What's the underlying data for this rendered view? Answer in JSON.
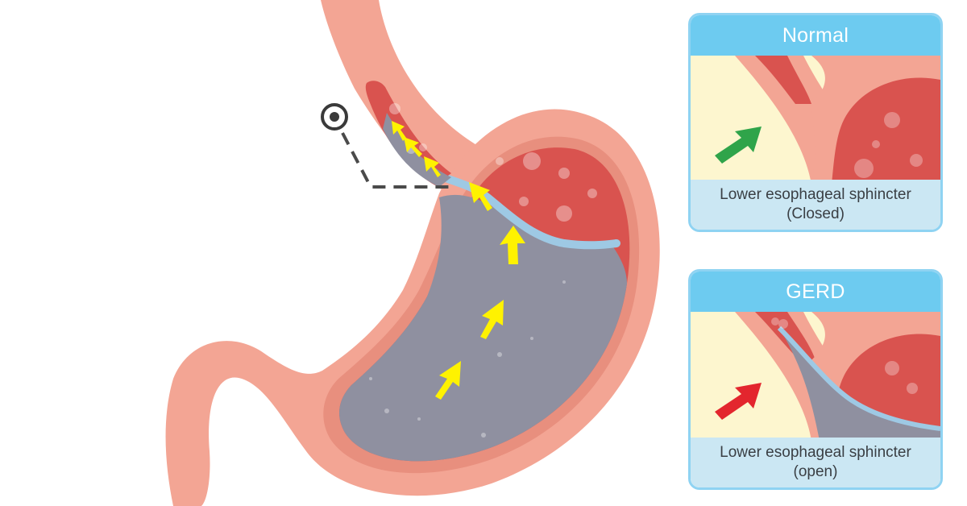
{
  "panels": {
    "normal": {
      "title": "Normal",
      "caption_line1": "Lower esophageal sphincter",
      "caption_line2": "(Closed)",
      "arrow_color": "#2fa44a",
      "state": "closed"
    },
    "gerd": {
      "title": "GERD",
      "caption_line1": "Lower esophageal sphincter",
      "caption_line2": "(open)",
      "arrow_color": "#e3262e",
      "state": "open"
    }
  },
  "colors": {
    "stomach_wall": "#f3a594",
    "stomach_inner": "#d9534f",
    "acid": "#8f90a0",
    "reflux_arrows": "#fff200",
    "panel_header": "#6dcbf0",
    "panel_caption_bg": "#cbe7f3"
  },
  "icons": [
    "location-pin-icon",
    "reflux-arrow-icon",
    "sphincter-arrow-icon"
  ]
}
